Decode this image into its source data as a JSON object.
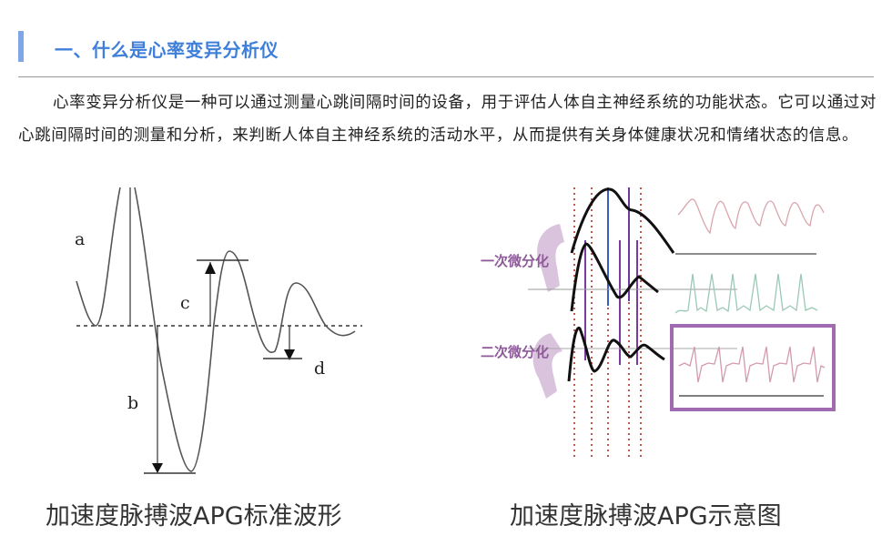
{
  "section": {
    "title": "一、什么是心率变异分析仪",
    "accent_color": "#3f7fd9"
  },
  "body": {
    "paragraph": "心率变异分析仪是一种可以通过测量心跳间隔时间的设备，用于评估人体自主神经系统的功能状态。它可以通过对心跳间隔时间的测量和分析，来判断人体自主神经系统的活动水平，从而提供有关身体健康状况和情绪状态的信息。"
  },
  "figures": [
    {
      "caption": "加速度脉搏波APG标准波形",
      "labels": {
        "a": "a",
        "b": "b",
        "c": "c",
        "d": "d"
      }
    },
    {
      "caption": "加速度脉搏波APG示意图",
      "labels": {
        "first_derivative": "一次微分化",
        "second_derivative": "二次微分化"
      }
    }
  ]
}
